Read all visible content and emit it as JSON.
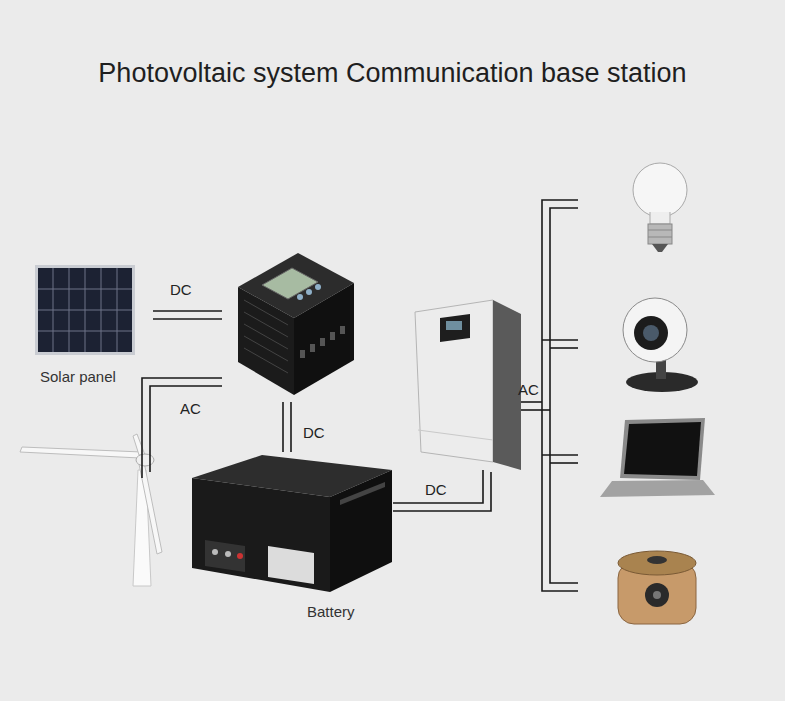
{
  "diagram": {
    "title": "Photovoltaic system Communication base station",
    "nodes": [
      {
        "text": [
          "Solar panel"
        ]
      },
      {
        "text": [
          "Battery"
        ]
      }
    ],
    "labels": [
      "DC",
      "AC",
      "DC",
      "DC",
      "AC"
    ]
  }
}
